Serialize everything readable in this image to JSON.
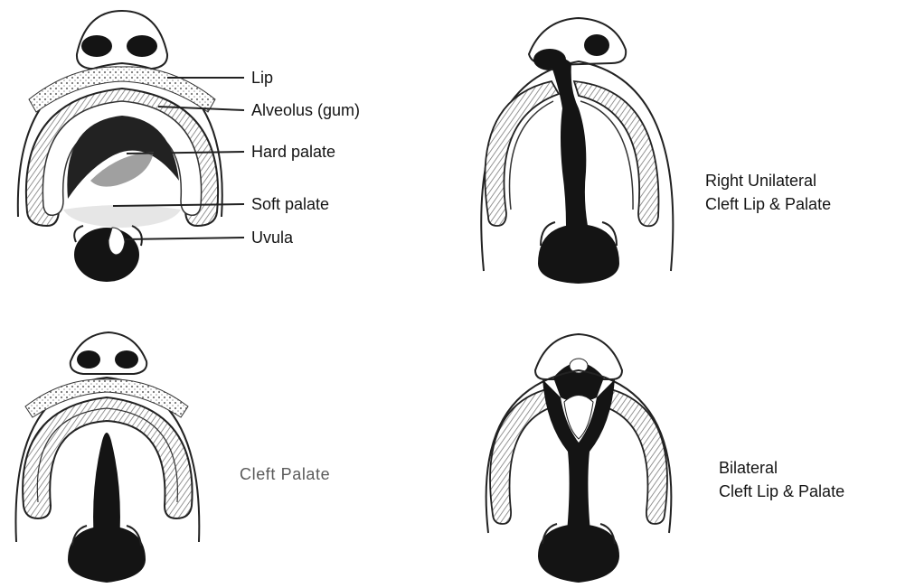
{
  "anatomy_labels": {
    "lip": "Lip",
    "alveolus": "Alveolus (gum)",
    "hard_palate": "Hard palate",
    "soft_palate": "Soft palate",
    "uvula": "Uvula"
  },
  "captions": {
    "right_unilateral": {
      "line1": "Right Unilateral",
      "line2": "Cleft Lip & Palate"
    },
    "cleft_palate": {
      "line1": "Cleft Palate"
    },
    "bilateral": {
      "line1": "Bilateral",
      "line2": "Cleft Lip & Palate"
    }
  },
  "colors": {
    "ink": "#141414",
    "hatch": "#7a7a7a",
    "background": "#ffffff"
  }
}
